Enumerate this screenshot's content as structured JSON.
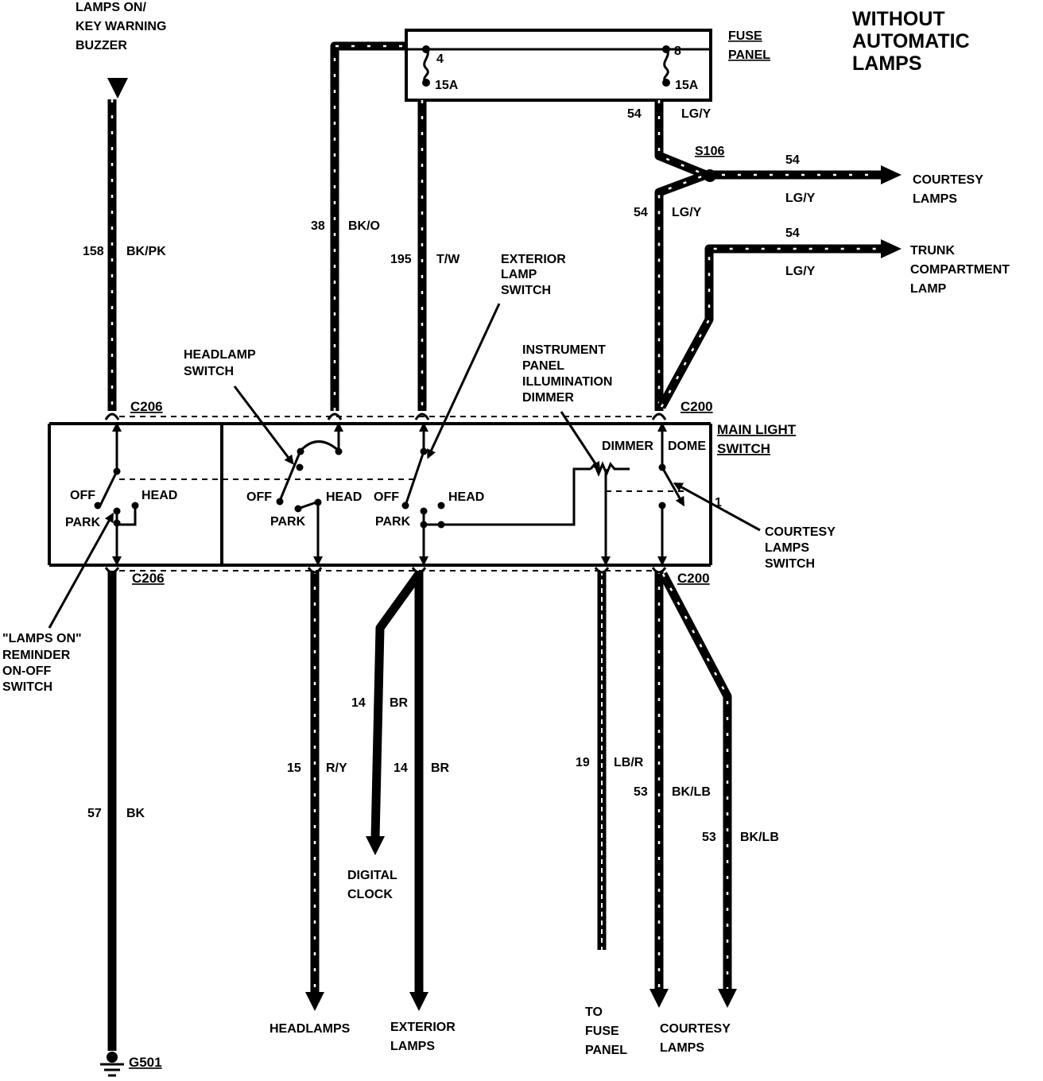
{
  "title": [
    "WITHOUT",
    "AUTOMATIC",
    "LAMPS"
  ],
  "fuse_panel": {
    "label": [
      "FUSE",
      "PANEL"
    ],
    "fuse_left": {
      "number": "4",
      "rating": "15A"
    },
    "fuse_right": {
      "number": "8",
      "rating": "15A"
    }
  },
  "main_switch": {
    "label": [
      "MAIN LIGHT",
      "SWITCH"
    ],
    "positions": {
      "off": "OFF",
      "park": "PARK",
      "head": "HEAD"
    },
    "dimmer": "DIMMER",
    "dome": "DOME",
    "pin": "1"
  },
  "connectors": {
    "c206_top": "C206",
    "c206_bottom": "C206",
    "c200_top": "C200",
    "c200_bottom": "C200",
    "s106": "S106",
    "g501": "G501"
  },
  "callouts": {
    "buzzer": [
      "LAMPS ON/",
      "KEY WARNING",
      "BUZZER"
    ],
    "headlamp_switch": [
      "HEADLAMP",
      "SWITCH"
    ],
    "exterior_lamp_switch": [
      "EXTERIOR",
      "LAMP",
      "SWITCH"
    ],
    "dimmer": [
      "INSTRUMENT",
      "PANEL",
      "ILLUMINATION",
      "DIMMER"
    ],
    "courtesy_switch": [
      "COURTESY",
      "LAMPS",
      "SWITCH"
    ],
    "reminder_switch": [
      "\"LAMPS ON\"",
      "REMINDER",
      "ON-OFF",
      "SWITCH"
    ]
  },
  "destinations": {
    "courtesy_right": [
      "COURTESY",
      "LAMPS"
    ],
    "trunk": [
      "TRUNK",
      "COMPARTMENT",
      "LAMP"
    ],
    "digital_clock": [
      "DIGITAL",
      "CLOCK"
    ],
    "headlamps": "HEADLAMPS",
    "exterior_lamps": [
      "EXTERIOR",
      "LAMPS"
    ],
    "to_fuse_panel": [
      "TO",
      "FUSE",
      "PANEL"
    ],
    "courtesy_bottom": [
      "COURTESY",
      "LAMPS"
    ]
  },
  "wires": {
    "w158": {
      "circuit": "158",
      "color": "BK/PK"
    },
    "w38": {
      "circuit": "38",
      "color": "BK/O"
    },
    "w195": {
      "circuit": "195",
      "color": "T/W"
    },
    "w54_top": {
      "circuit": "54",
      "color": "LG/Y"
    },
    "w54_mid": {
      "circuit": "54",
      "color": "LG/Y"
    },
    "w54_courtesy": {
      "circuit": "54",
      "color": "LG/Y"
    },
    "w54_trunk": {
      "circuit": "54",
      "color": "LG/Y"
    },
    "w57": {
      "circuit": "57",
      "color": "BK"
    },
    "w15": {
      "circuit": "15",
      "color": "R/Y"
    },
    "w14_clock": {
      "circuit": "14",
      "color": "BR"
    },
    "w14_ext": {
      "circuit": "14",
      "color": "BR"
    },
    "w19": {
      "circuit": "19",
      "color": "LB/R"
    },
    "w53_a": {
      "circuit": "53",
      "color": "BK/LB"
    },
    "w53_b": {
      "circuit": "53",
      "color": "BK/LB"
    }
  }
}
